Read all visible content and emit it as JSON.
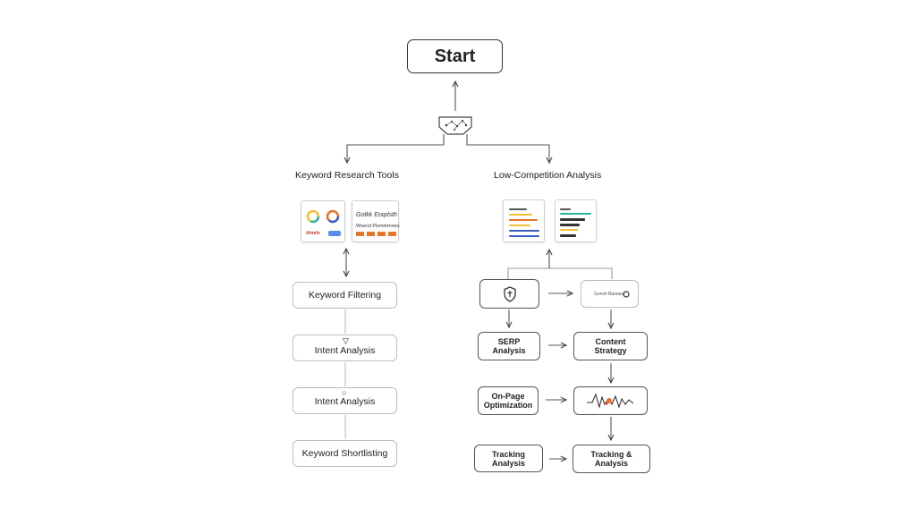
{
  "start": {
    "label": "Start"
  },
  "branches": {
    "left": {
      "heading": "Keyword Research Tools",
      "tool_card_a": {
        "tag": "Ahrefs"
      },
      "tool_card_b": {
        "line1": "Gotkk Eoqdsth",
        "line2": "Wsecd Plsmmmoes"
      },
      "steps": [
        "Keyword Filtering",
        "Intent Analysis",
        "Intent Analysis",
        "Keyword Shortlisting"
      ]
    },
    "right": {
      "heading": "Low-Competition Analysis",
      "pill_text": "Gonsh Bamaes",
      "steps": {
        "serp": "SERP\nAnalysis",
        "content": "Content\nStrategy",
        "onpage": "On-Page\nOptimization",
        "tracking_left": "Tracking\nAnalysis",
        "tracking_right": "Tracking &\nAnalysis"
      }
    }
  },
  "icons": [
    "decision-network-icon",
    "shield-icon",
    "circle-icon",
    "funnel-icon",
    "pin-icon",
    "waveform-icon",
    "tool-logo-icon"
  ],
  "colors": {
    "line": "#555555",
    "accent_orange": "#e8742a",
    "accent_blue": "#3a5fc8",
    "accent_teal": "#2bb3a3",
    "accent_yellow": "#f2c230"
  }
}
